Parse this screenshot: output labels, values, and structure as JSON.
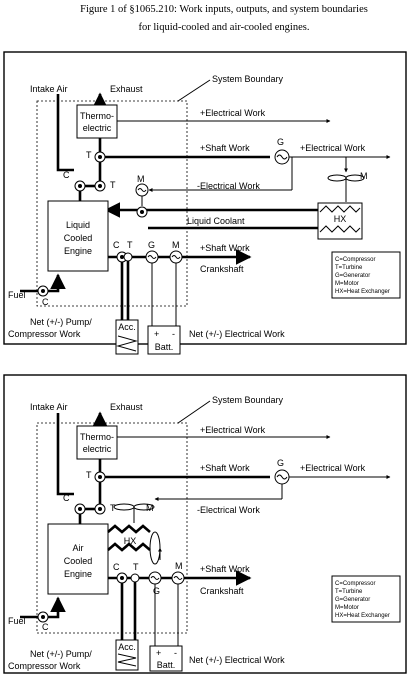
{
  "caption": {
    "line1": "Figure 1 of §1065.210: Work inputs, outputs, and system boundaries",
    "line2": "for liquid-cooled and air-cooled engines."
  },
  "diagram1": {
    "intake_air": "Intake Air",
    "exhaust": "Exhaust",
    "system_boundary": "System Boundary",
    "thermo_line1": "Thermo-",
    "thermo_line2": "electric",
    "electrical_work_top": "+Electrical Work",
    "shaft_work_top": "+Shaft Work",
    "electrical_work_right": "+Electrical Work",
    "neg_electrical_work": "-Electrical Work",
    "liquid_coolant": "Liquid Coolant",
    "hx": "HX",
    "engine_line1": "Liquid",
    "engine_line2": "Cooled",
    "engine_line3": "Engine",
    "shaft_work_bottom": "+Shaft Work",
    "crankshaft": "Crankshaft",
    "fuel": "Fuel",
    "acc": "Acc.",
    "batt": "Batt.",
    "plus": "+",
    "minus": "-",
    "net_pump_line1": "Net (+/-) Pump/",
    "net_pump_line2": "Compressor Work",
    "net_electrical": "Net (+/-) Electrical Work",
    "letter_t": "T",
    "letter_c": "C",
    "letter_g": "G",
    "letter_m": "M",
    "legend": [
      "C=Compressor",
      "T=Turbine",
      "G=Generator",
      "M=Motor",
      "HX=Heat Exchanger"
    ]
  },
  "diagram2": {
    "intake_air": "Intake Air",
    "exhaust": "Exhaust",
    "system_boundary": "System Boundary",
    "thermo_line1": "Thermo-",
    "thermo_line2": "electric",
    "electrical_work_top": "+Electrical Work",
    "shaft_work_top": "+Shaft Work",
    "electrical_work_right": "+Electrical Work",
    "neg_electrical_work": "-Electrical Work",
    "hx": "HX",
    "engine_line1": "Air",
    "engine_line2": "Cooled",
    "engine_line3": "Engine",
    "shaft_work_bottom": "+Shaft Work",
    "crankshaft": "Crankshaft",
    "fuel": "Fuel",
    "acc": "Acc.",
    "batt": "Batt.",
    "plus": "+",
    "minus": "-",
    "net_pump_line1": "Net (+/-) Pump/",
    "net_pump_line2": "Compressor  Work",
    "net_electrical": "Net (+/-) Electrical Work",
    "letter_t": "T",
    "letter_c": "C",
    "letter_g": "G",
    "letter_m": "M",
    "legend": [
      "C=Compressor",
      "T=Turbine",
      "G=Generator",
      "M=Motor",
      "HX=Heat Exchanger"
    ]
  }
}
